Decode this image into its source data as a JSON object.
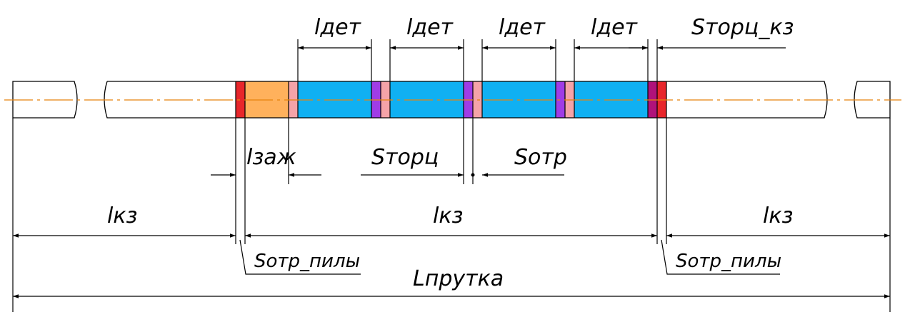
{
  "labels": {
    "l_det": "lдет",
    "s_torts_kz": "Sторц_кз",
    "l_zazh": "lзаж",
    "s_torts": "Sторц",
    "s_otr": "Sотр",
    "l_kz": "lкз",
    "s_otr_pily": "Sотр_пилы",
    "l_prutka": "Lпрутка"
  },
  "colors": {
    "cut_red": "#e8262b",
    "clamp_orange": "#ffb15c",
    "end_pink": "#f5a3a8",
    "detail_blue": "#10b0f2",
    "saw_purple": "#a03ce6",
    "magenta": "#b0127a",
    "axis_orange": "#e8820c"
  }
}
